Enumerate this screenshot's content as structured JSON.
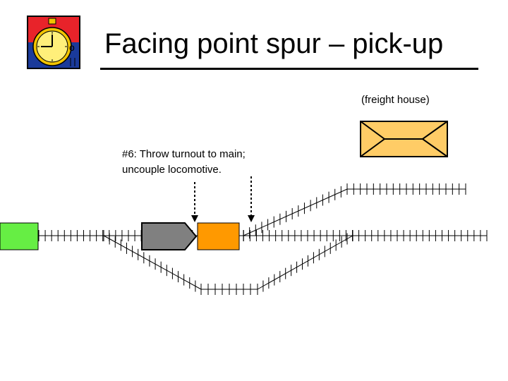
{
  "slide": {
    "title": "Facing point spur – pick-up",
    "freight_house_label": "(freight house)",
    "instruction_lines": [
      "#6: Throw turnout to main;",
      "uncouple locomotive."
    ]
  },
  "icon": {
    "name": "stopwatch-icon"
  },
  "colors": {
    "green_car": "#66ee44",
    "locomotive": "#808080",
    "orange_car": "#ff9900",
    "freight_house": "#ffcc66",
    "logo_red": "#e8232a",
    "logo_blue": "#1a3a9a",
    "watch_face": "#ffef7a"
  }
}
